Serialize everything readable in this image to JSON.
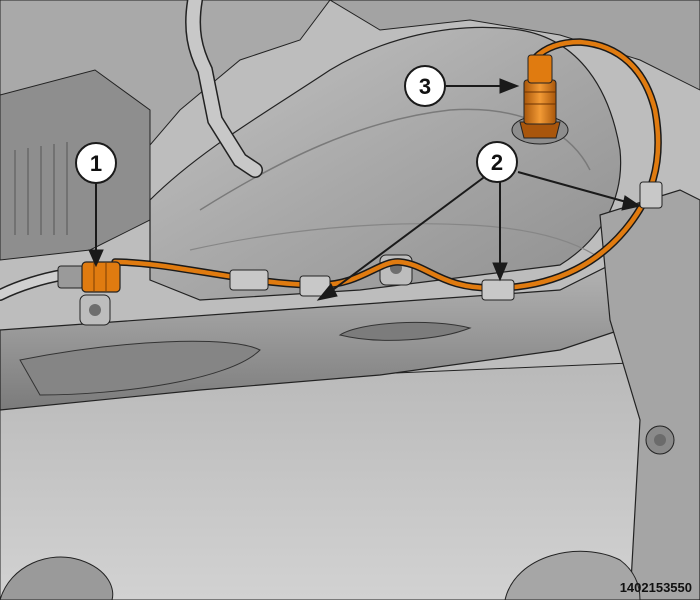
{
  "figure": {
    "id": "1402153550",
    "callouts": [
      {
        "label": "1",
        "part": "connector"
      },
      {
        "label": "2",
        "part": "harness-clips"
      },
      {
        "label": "3",
        "part": "oxygen-sensor"
      }
    ]
  },
  "colors": {
    "background_gray": "#c9c9c9",
    "part_gray": "#9a9a9a",
    "dark_gray": "#6e6e6e",
    "highlight_orange": "#e07b10",
    "outline": "#1a1a1a",
    "callout_fill": "#ffffff"
  }
}
